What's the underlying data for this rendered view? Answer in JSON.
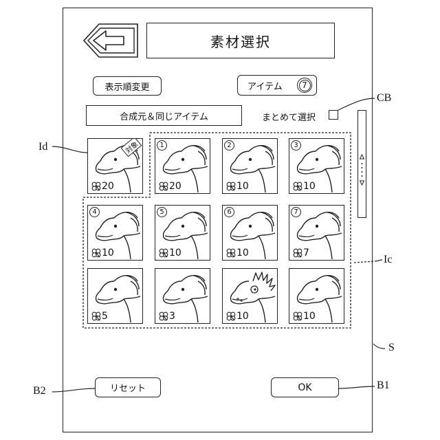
{
  "screen": {
    "title": "素材選択",
    "sort_button": "表示順変更",
    "item_button": "アイテム",
    "item_count": "7",
    "filter_label": "合成元＆同じアイテム",
    "select_all_label": "まとめて選択",
    "reset_button": "リセット",
    "ok_button": "OK",
    "source_tile": {
      "tag": "対象",
      "qty": "20"
    },
    "tiles": [
      {
        "num": "1",
        "qty": "20"
      },
      {
        "num": "2",
        "qty": "10"
      },
      {
        "num": "3",
        "qty": "10"
      },
      {
        "num": "4",
        "qty": "10"
      },
      {
        "num": "5",
        "qty": "10"
      },
      {
        "num": "6",
        "qty": "10"
      },
      {
        "num": "7",
        "qty": "7"
      },
      {
        "num": "",
        "qty": "5"
      },
      {
        "num": "",
        "qty": "3"
      },
      {
        "num": "",
        "qty": "10"
      },
      {
        "num": "",
        "qty": "10"
      }
    ]
  },
  "annotations": {
    "id": "Id",
    "ic": "Ic",
    "cb": "CB",
    "s": "S",
    "b1": "B1",
    "b2": "B2"
  },
  "icons": {
    "back": "back-arrow-icon",
    "clover": "clover-icon",
    "creature": "creature-icon"
  }
}
